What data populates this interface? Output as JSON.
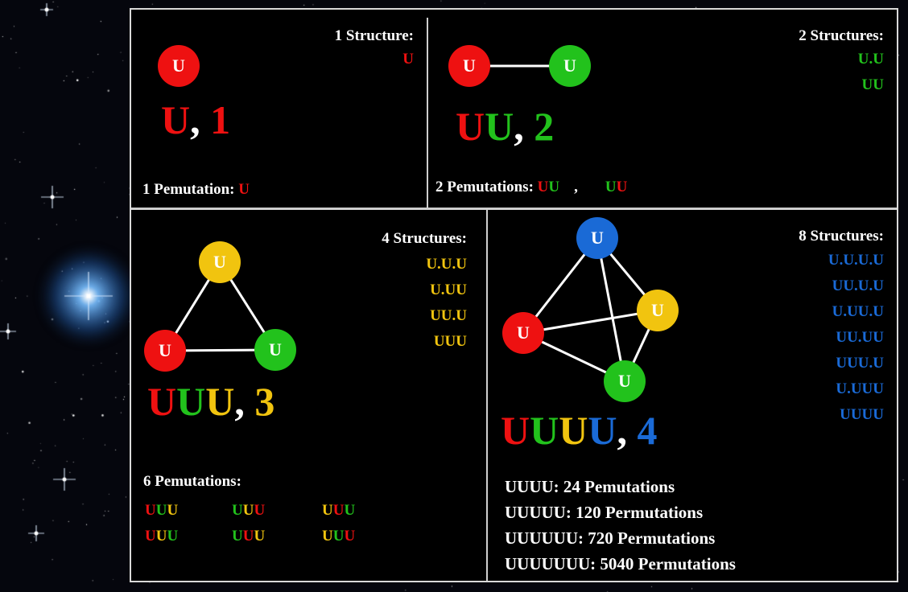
{
  "colors": {
    "red": "#ee1111",
    "green": "#22c21c",
    "yellow": "#f1c40f",
    "blue": "#1a6ad6",
    "white": "#ffffff"
  },
  "node_label": "U",
  "panel1": {
    "structures_title": "1 Structure:",
    "structures": [
      "U"
    ],
    "label_letters": "U",
    "label_sep": ", ",
    "label_count": "1",
    "perm_label": "1 Pemutation: ",
    "perm_value": "U"
  },
  "panel2": {
    "structures_title": "2 Structures:",
    "structures": [
      "U.U",
      "UU"
    ],
    "label_letters": [
      "U",
      "U"
    ],
    "label_sep": ", ",
    "label_count": "2",
    "perm_label": "2 Pemutations: ",
    "perm_values": [
      "UU",
      ",",
      "UU"
    ]
  },
  "panel3": {
    "structures_title": "4 Structures:",
    "structures": [
      "U.U.U",
      "U.UU",
      "UU.U",
      "UUU"
    ],
    "label_letters": [
      "U",
      "U",
      "U"
    ],
    "label_sep": ", ",
    "label_count": "3",
    "perm_title": "6 Pemutations:",
    "perm_grid": [
      "UUU",
      "UUU",
      "UUU",
      "UUU",
      "UUU",
      "UUU"
    ]
  },
  "panel4": {
    "structures_title": "8 Structures:",
    "structures": [
      "U.U.U.U",
      "UU.U.U",
      "U.UU.U",
      "UU.UU",
      "UUU.U",
      "U.UUU",
      "UUUU"
    ],
    "label_letters": [
      "U",
      "U",
      "U",
      "U"
    ],
    "label_sep": ", ",
    "label_count": "4",
    "permutation_counts": [
      "UUUU:  24 Pemutations",
      "UUUUU: 120 Permutations",
      "UUUUUU: 720 Permutations",
      "UUUUUUU: 5040 Permutations"
    ]
  }
}
